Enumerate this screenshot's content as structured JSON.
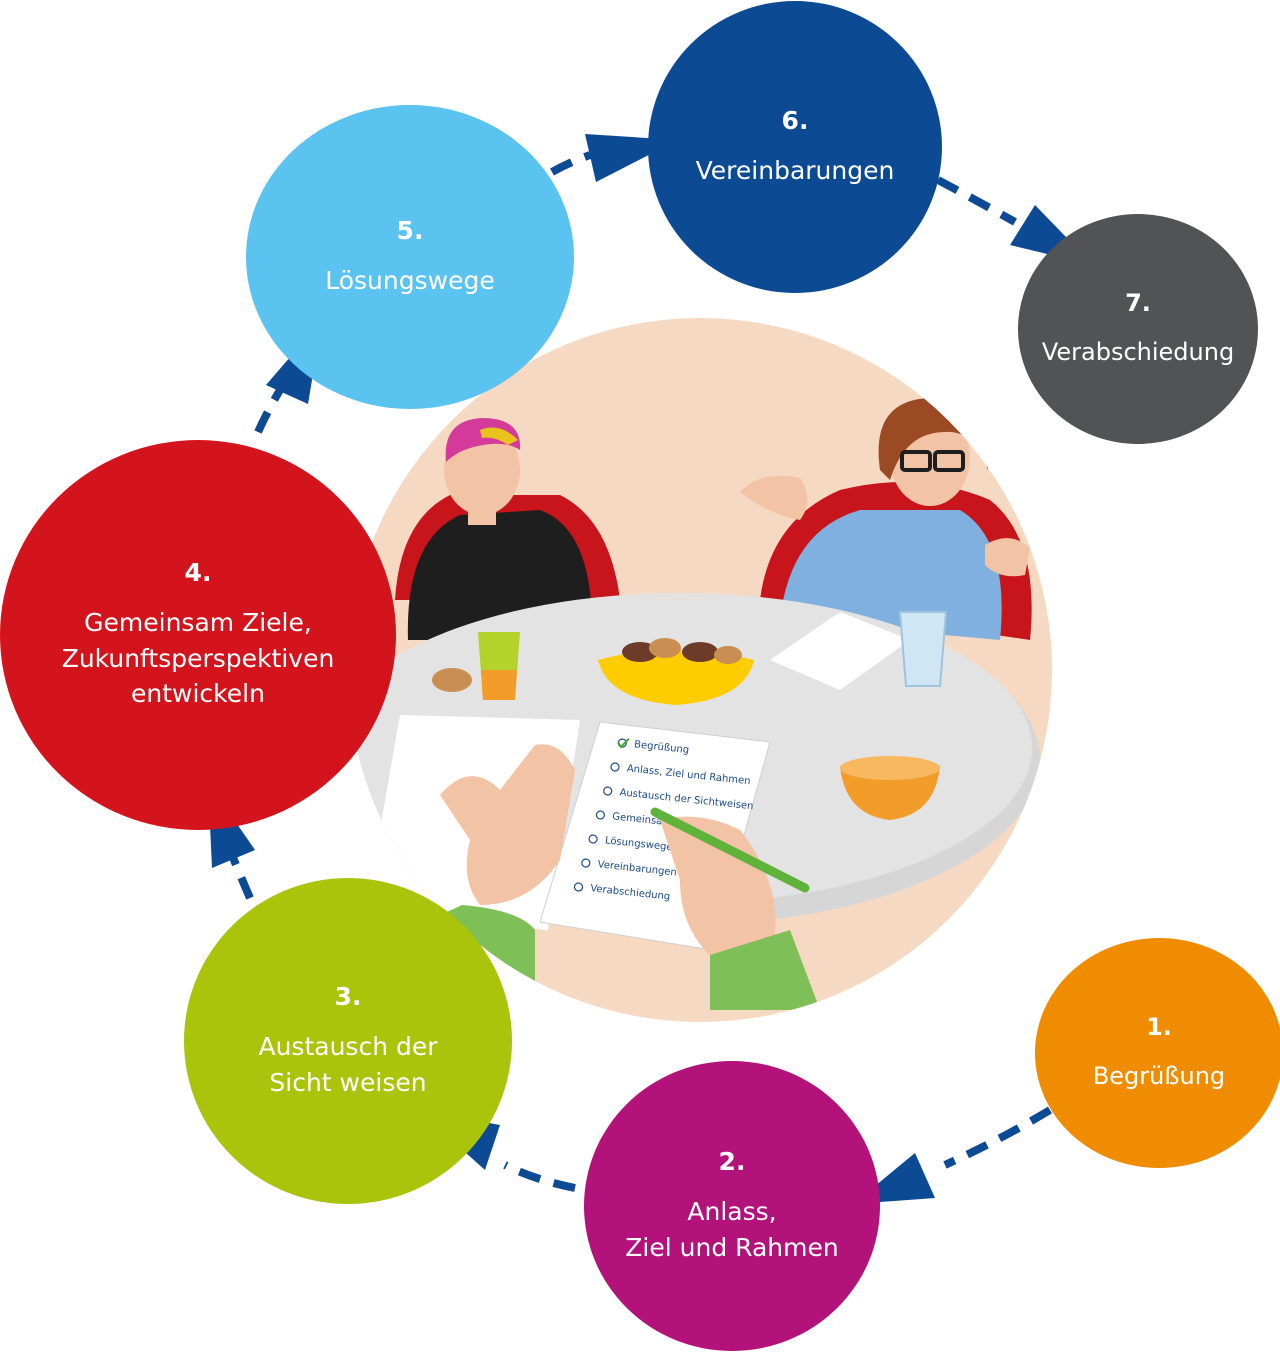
{
  "colors": {
    "arrow": "#0c4a93",
    "step_1": "#ef8c00",
    "step_2": "#b2127a",
    "step_3": "#a9c40a",
    "step_4": "#d3141c",
    "step_5": "#5bc3f0",
    "step_6": "#0c4a93",
    "step_7": "#525354"
  },
  "steps": [
    {
      "number": "1.",
      "label": "Begrüßung"
    },
    {
      "number": "2.",
      "label": "Anlass,\nZiel und Rahmen"
    },
    {
      "number": "3.",
      "label": "Austausch der\nSicht weisen"
    },
    {
      "number": "4.",
      "label": "Gemeinsam Ziele,\nZukunftsperspektiven\nentwickeln"
    },
    {
      "number": "5.",
      "label": "Lösungswege"
    },
    {
      "number": "6.",
      "label": "Vereinbarungen"
    },
    {
      "number": "7.",
      "label": "Verabschiedung"
    }
  ],
  "checklist": {
    "items": [
      {
        "label": "Begrüßung",
        "checked": true
      },
      {
        "label": "Anlass, Ziel und Rahmen",
        "checked": false
      },
      {
        "label": "Austausch der Sichtweisen",
        "checked": false
      },
      {
        "label": "Gemeinsam Ziele",
        "checked": false
      },
      {
        "label": "Lösungswege",
        "checked": false
      },
      {
        "label": "Vereinbarungen",
        "checked": false
      },
      {
        "label": "Verabschiedung",
        "checked": false
      }
    ]
  },
  "illustration": {
    "scene": "meeting-at-round-table",
    "icons": [
      "person-pink-hair-icon",
      "person-glasses-icon",
      "juice-glass-icon",
      "water-glass-icon",
      "snack-bowl-icon",
      "orange-bowl-icon",
      "pen-icon",
      "checklist-paper-icon"
    ]
  }
}
